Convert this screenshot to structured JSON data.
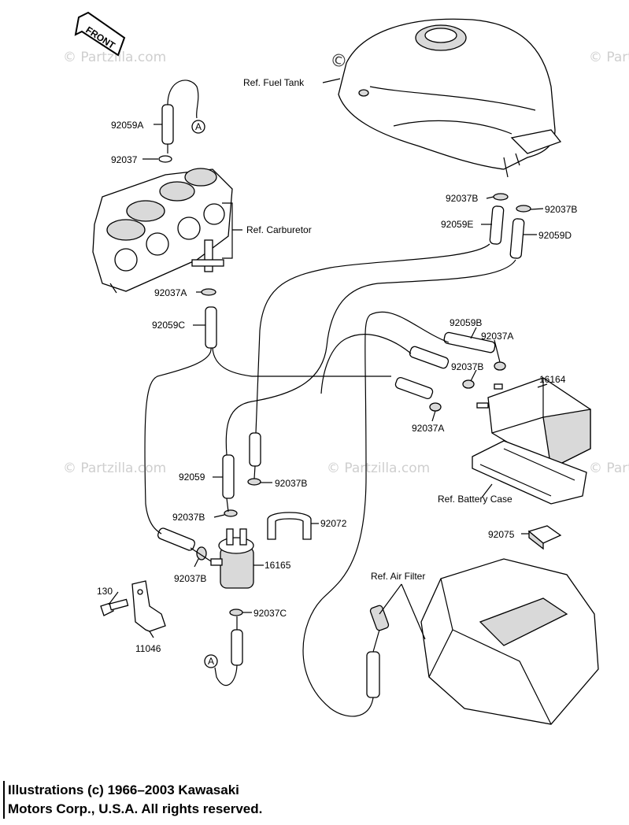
{
  "watermark": {
    "main": "© partzilla.com",
    "repeat": "© Partzilla.com"
  },
  "front_marker": "FRONT",
  "connector_ref": "A",
  "labels": {
    "ref_fuel_tank": "Ref. Fuel Tank",
    "ref_carburetor": "Ref. Carburetor",
    "ref_battery_case": "Ref. Battery Case",
    "ref_air_filter": "Ref. Air Filter",
    "p92059A": "92059A",
    "p92037_top": "92037",
    "p92037A_carb": "92037A",
    "p92059C": "92059C",
    "p92037B_tank_l": "92037B",
    "p92037B_tank_r": "92037B",
    "p92059E": "92059E",
    "p92059D": "92059D",
    "p92059B": "92059B",
    "p92037A_canister_top": "92037A",
    "p92037B_canister": "92037B",
    "p16164": "16164",
    "p92037A_canister_bottom": "92037A",
    "p92059": "92059",
    "p92037B_pump_top": "92037B",
    "p92037B_pump_left": "92037B",
    "p92072": "92072",
    "p92037B_pump_inlet": "92037B",
    "p16165": "16165",
    "p130": "130",
    "p11046": "11046",
    "p92037C": "92037C",
    "p92075": "92075"
  },
  "copyright": {
    "line1": "Illustrations (c) 1966–2003 Kawasaki",
    "line2": "Motors Corp., U.S.A.  All rights reserved."
  }
}
